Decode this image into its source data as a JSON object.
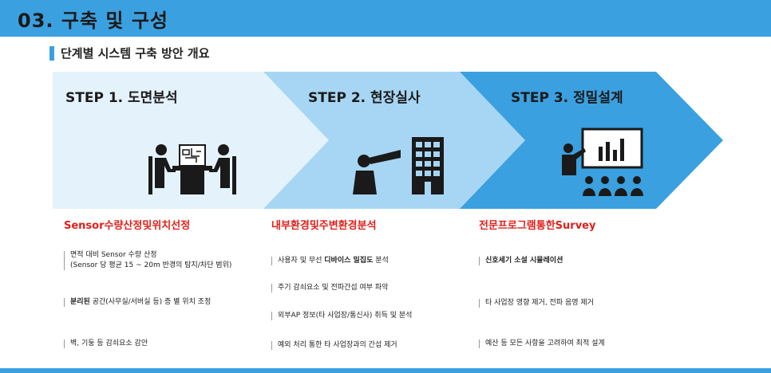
{
  "header": {
    "title": "03. 구축 및 구성"
  },
  "subtitle": "단계별 시스템 구축 방안 개요",
  "steps": [
    {
      "title": "STEP 1. 도면분석",
      "section": "Sensor수량산정및위치선정",
      "items": [
        {
          "line1": "면적 대비 Sensor 수량 산정",
          "line2": "(Sensor 당 평균 15 ~ 20m 반경의 탐지/차단 범위)"
        },
        {
          "strong": "분리된",
          "rest": " 공간(사무실/서버실 등) 증 별 위치 조정"
        },
        {
          "line1": "벽, 기둥 등 감쇠요소 감안"
        }
      ]
    },
    {
      "title": "STEP 2. 현장실사",
      "section": "내부환경및주변환경분석",
      "items": [
        {
          "pre": "사용자 및 무선 ",
          "strong": "디바이스 밀집도",
          "rest": " 분석"
        },
        {
          "line1": "주기 감쇠요소 및 전파간섭 여부 파악"
        },
        {
          "line1": "외부AP 정보(타 사업장/통신사) 취득 및 분석"
        },
        {
          "line1": "예외 처리 통한 타 사업장과의 간섭 제거"
        }
      ]
    },
    {
      "title": "STEP 3. 정밀설계",
      "section": "전문프로그램통한Survey",
      "items": [
        {
          "strong": "신호세기 소설 시뮬레이션"
        },
        {
          "line1": "타 사업장 영향 제거, 전파 음영 제거"
        },
        {
          "line1": "예산 등 모든 사항을 고려하여 최적 설계"
        }
      ]
    }
  ],
  "colors": {
    "header": "#3aa0e0",
    "step1": "#e4f2fb",
    "step2": "#a7d6f4",
    "step3": "#3aa0e0",
    "accent_red": "#e0201a",
    "icon": "#1a1a1a"
  },
  "icons": [
    "meeting-table-icon",
    "telescope-building-icon",
    "presentation-audience-icon"
  ]
}
